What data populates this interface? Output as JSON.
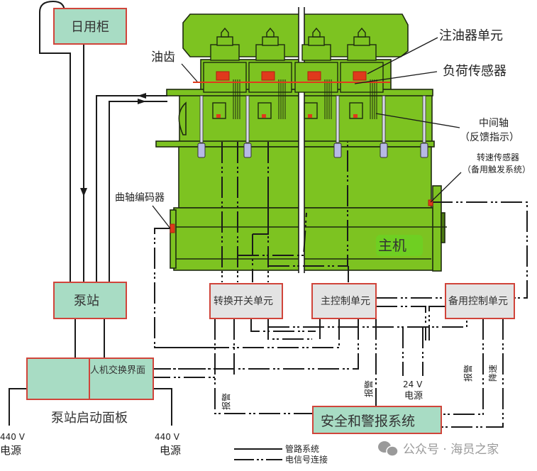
{
  "title": "主机控制系统示意图",
  "colors": {
    "engine_green": "#7dc321",
    "engine_outline": "#1e2a10",
    "box_teal": "#a8dcc4",
    "box_gray": "#e3e3e3",
    "box_border": "#d0443a",
    "sensor_red": "#e0391c",
    "line": "#1a1a1a",
    "valve_blue": "#b7b9e6"
  },
  "engine": {
    "label": "主机"
  },
  "callouts": {
    "oil_gear": "油齿",
    "injector_unit": "注油器单元",
    "load_sensor": "负荷传感器",
    "intermediate_shaft_line1": "中间轴",
    "intermediate_shaft_line2": "（反馈指示）",
    "speed_sensor_line1": "转速传感器",
    "speed_sensor_line2": "（备用触发系统）",
    "crank_encoder": "曲轴编码器"
  },
  "boxes": {
    "day_tank": "日用柜",
    "pump_station": "泵站",
    "switch_unit": "转换开关单元",
    "main_control": "主控制单元",
    "backup_control": "备用控制单元",
    "hmi": "人机交换界面",
    "pump_panel_caption": "泵站启动面板",
    "safety_alarm": "安全和警报系统"
  },
  "power_labels": {
    "left_voltage": "440 V",
    "left_caption": "电源",
    "right_voltage": "440 V",
    "right_caption": "电源",
    "dc_voltage": "24 V",
    "dc_caption": "电源"
  },
  "signal_labels": {
    "alarm_1": "报警",
    "alarm_2": "报警",
    "alarm_3": "报警",
    "slowdown": "降速"
  },
  "legend": {
    "items": [
      {
        "label": "管路系统",
        "style": "solid"
      },
      {
        "label": "电信号连接",
        "style": "dash-dot"
      }
    ]
  },
  "watermark": {
    "icon": "wechat-icon",
    "text": "公众号 · 海员之家"
  }
}
